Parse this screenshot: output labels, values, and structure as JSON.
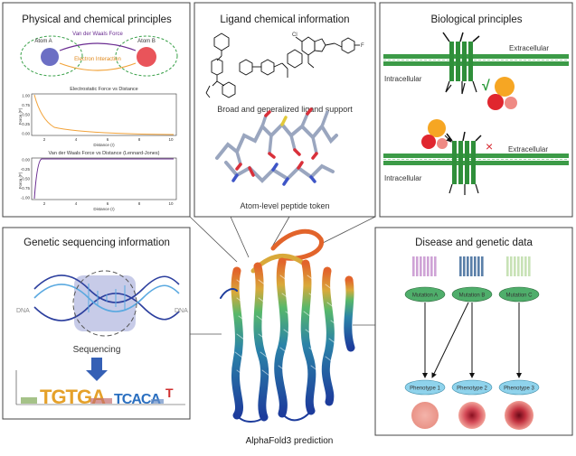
{
  "panels": {
    "physical": {
      "title": "Physical and chemical principles",
      "atom_a": "Atom A",
      "atom_b": "Atom B",
      "force1": "Van der Waals Force",
      "force2": "Electron Interaction",
      "plot1": {
        "title": "Electrostatic Force vs Distance",
        "xlabel": "Distance (r)",
        "ylabel": "Force (F)",
        "yticks": [
          "1.00",
          "0.75",
          "0.50",
          "0.25",
          "0.00"
        ],
        "xticks": [
          "2",
          "4",
          "6",
          "8",
          "10"
        ]
      },
      "plot2": {
        "title": "Van der Waals Force vs Distance (Lennard-Jones)",
        "xlabel": "Distance (r)",
        "ylabel": "Force (F)",
        "yticks": [
          "0.00",
          "-0.25",
          "-0.50",
          "-0.75",
          "-1.00"
        ],
        "xticks": [
          "2",
          "4",
          "6",
          "8",
          "10"
        ]
      }
    },
    "ligand": {
      "title": "Ligand chemical information",
      "cl": "Cl",
      "f": "F",
      "caption1": "Broad and generalized ligand support",
      "caption2": "Atom-level peptide token"
    },
    "biological": {
      "title": "Biological principles",
      "extra1": "Extracellular",
      "intra1": "Intracellular",
      "check": "√",
      "cross": "×",
      "extra2": "Extracellular",
      "intra2": "Intracellular"
    },
    "genetic": {
      "title": "Genetic sequencing information",
      "dna_left": "DNA",
      "dna_right": "DNA",
      "sequencing": "Sequencing",
      "logo_left": "TGTGA",
      "logo_right": "TCACA",
      "logo_t": "T"
    },
    "disease": {
      "title": "Disease and genetic data",
      "mutations": [
        "Mutation A",
        "Mutation B",
        "Mutation C"
      ],
      "phenotypes": [
        "Phenotype 1",
        "Phenotype 2",
        "Phenotype 3"
      ]
    },
    "center": {
      "caption": "AlphaFold3 prediction"
    }
  },
  "colors": {
    "atom_a": "#6c6fc4",
    "atom_b": "#e9545a",
    "force1": "#6a2c91",
    "force2": "#f2a33a",
    "membrane": "#2f8f3a",
    "receptor_a": "#cfa3d6",
    "receptor_b": "#5a7fa8",
    "receptor_c": "#c8e2b6",
    "mutation_fill": "#4fae6b",
    "phenotype_fill": "#8fd3ec"
  }
}
